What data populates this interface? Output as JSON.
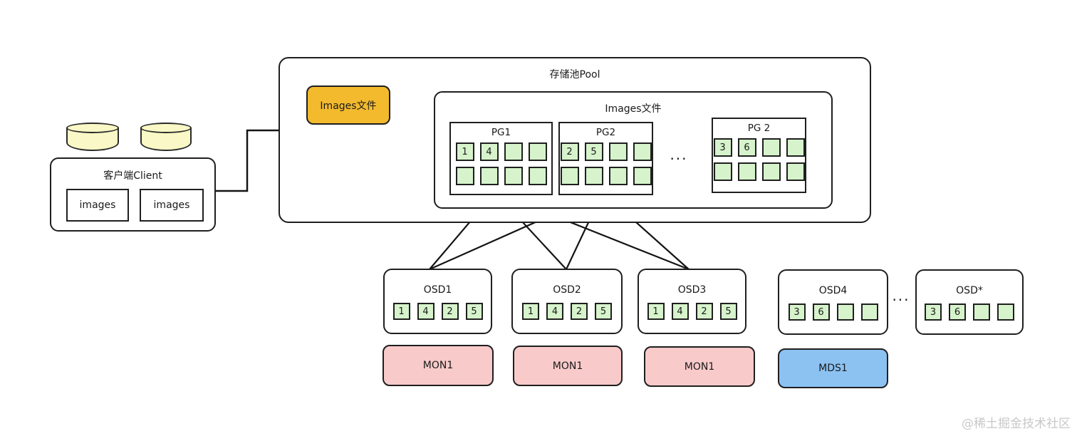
{
  "client": {
    "title": "客户端Client",
    "items": [
      {
        "label": "images"
      },
      {
        "label": "images"
      }
    ],
    "disks": [
      {
        "name": "disk-cylinder"
      },
      {
        "name": "disk-cylinder"
      }
    ]
  },
  "pool": {
    "title": "存储池Pool",
    "tag": "Images文件"
  },
  "images_group": {
    "title": "Images文件",
    "ellipsis": "..."
  },
  "pgs": [
    {
      "title": "PG1",
      "cells": [
        "1",
        "4",
        "",
        "",
        "",
        "",
        "",
        ""
      ]
    },
    {
      "title": "PG2",
      "cells": [
        "2",
        "5",
        "",
        "",
        "",
        "",
        "",
        ""
      ]
    },
    {
      "title": "PG 2",
      "cells": [
        "3",
        "6",
        "",
        "",
        "",
        "",
        "",
        ""
      ]
    }
  ],
  "osd_ellipsis": "...",
  "osds": [
    {
      "title": "OSD1",
      "cells": [
        "1",
        "4",
        "2",
        "5"
      ]
    },
    {
      "title": "OSD2",
      "cells": [
        "1",
        "4",
        "2",
        "5"
      ]
    },
    {
      "title": "OSD3",
      "cells": [
        "1",
        "4",
        "2",
        "5"
      ]
    },
    {
      "title": "OSD4",
      "cells": [
        "3",
        "6",
        "",
        ""
      ]
    },
    {
      "title": "OSD*",
      "cells": [
        "3",
        "6",
        "",
        ""
      ]
    }
  ],
  "services": [
    {
      "label": "MON1",
      "type": "mon"
    },
    {
      "label": "MON1",
      "type": "mon"
    },
    {
      "label": "MON1",
      "type": "mon"
    },
    {
      "label": "MDS1",
      "type": "mds"
    }
  ],
  "watermark": "@稀土掘金技术社区",
  "colors": {
    "line": "#1f1f1f",
    "cell-fill": "#d6f3cb",
    "tag-fill": "#f3ba2e",
    "mon-fill": "#f9caca",
    "mds-fill": "#8cc2f2",
    "disk-fill": "#f9f8c6",
    "watermark": "#c8c8c8"
  }
}
